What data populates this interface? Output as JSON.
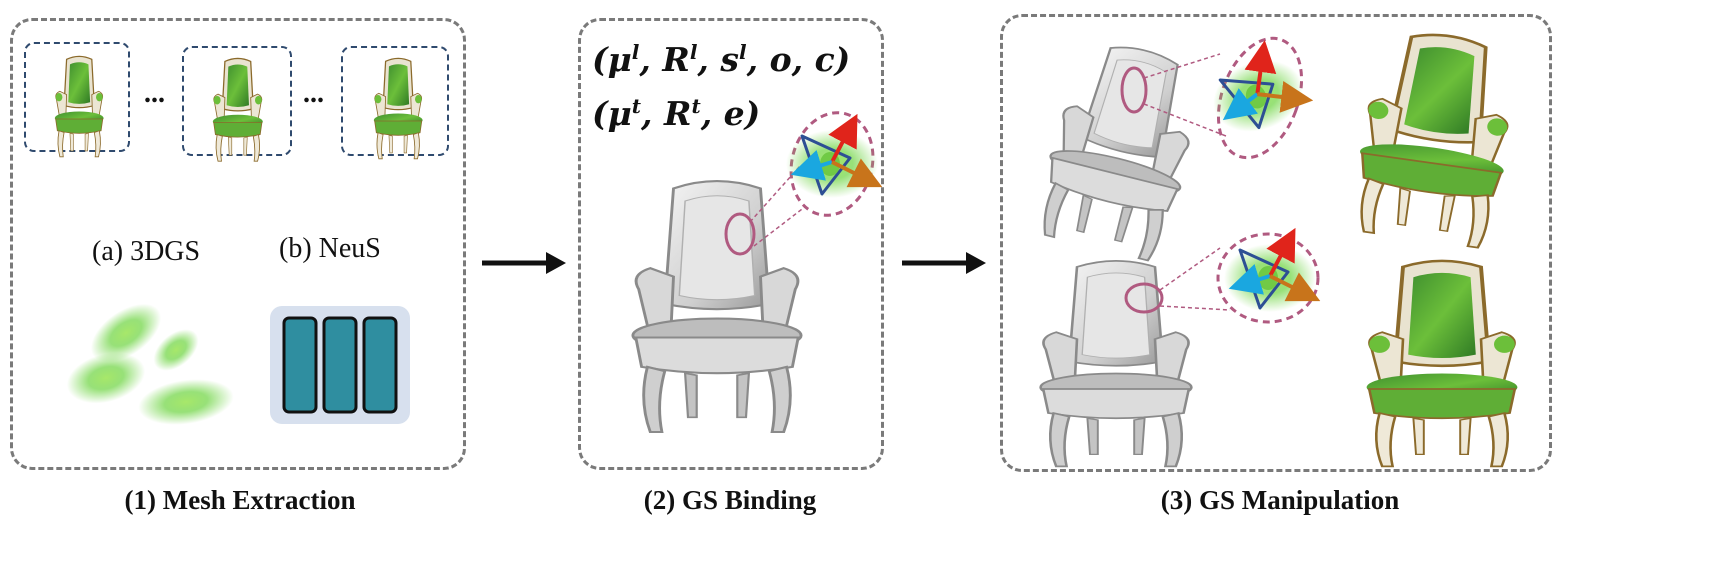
{
  "panels": [
    {
      "caption": "(1) Mesh Extraction",
      "ellipsis_1": "...",
      "ellipsis_2": "...",
      "method_a": "(a) 3DGS",
      "method_b": "(b) NeuS"
    },
    {
      "caption": "(2) GS Binding",
      "formula_1": {
        "open": "(",
        "mu": "μ",
        "mu_sup": "l",
        "comma1": ", ",
        "R": "R",
        "R_sup": "l",
        "comma2": ", ",
        "s": "s",
        "s_sup": "l",
        "rest": ", o, c)"
      },
      "formula_2": {
        "open": "(",
        "mu": "μ",
        "mu_sup": "t",
        "comma1": ", ",
        "R": "R",
        "R_sup": "t",
        "rest": ", e)"
      }
    },
    {
      "caption": "(3) GS Manipulation"
    }
  ],
  "icons": {
    "flow_arrow": "right-arrow-icon",
    "gaussian_axes": "gaussian-axes-icon",
    "chair": "chair-icon"
  },
  "colors": {
    "panel_border": "#7a7a7a",
    "thumb_border": "#2f4a6e",
    "highlight_ellipse": "#b05a80",
    "gaussian_green": "#7ed957",
    "neus_block": "#2f8ea0",
    "neus_bg": "#d7e0ee",
    "axis_red": "#e0241b",
    "axis_cyan": "#1aa7e0",
    "axis_orange": "#c8741b",
    "triangle_blue": "#2d4f94"
  }
}
